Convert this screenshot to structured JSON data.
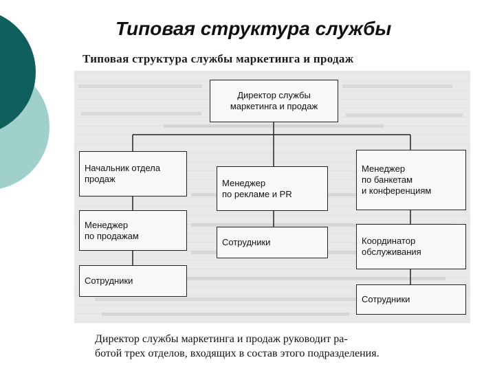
{
  "slide": {
    "title": "Типовая структура службы"
  },
  "document": {
    "heading": "Типовая структура службы маркетинга и продаж",
    "caption": "Директор службы маркетинга и продаж руководит ра-\nботой трех отделов, входящих в состав этого подразделения."
  },
  "org_chart": {
    "director": "Директор службы\nмаркетинга и продаж",
    "left_branch": {
      "head": "Начальник отдела\nпродаж",
      "manager": "Менеджер\nпо продажам",
      "staff": "Сотрудники"
    },
    "center_branch": {
      "head": "Менеджер\nпо рекламе и PR",
      "staff": "Сотрудники"
    },
    "right_branch": {
      "head": "Менеджер\nпо банкетам\nи конференциям",
      "coordinator": "Координатор\nобслуживания",
      "staff": "Сотрудники"
    }
  },
  "colors": {
    "accent_dark": "#0f5f5c",
    "accent_light": "#9fd0cc",
    "scan_background": "#e9e9e9"
  }
}
